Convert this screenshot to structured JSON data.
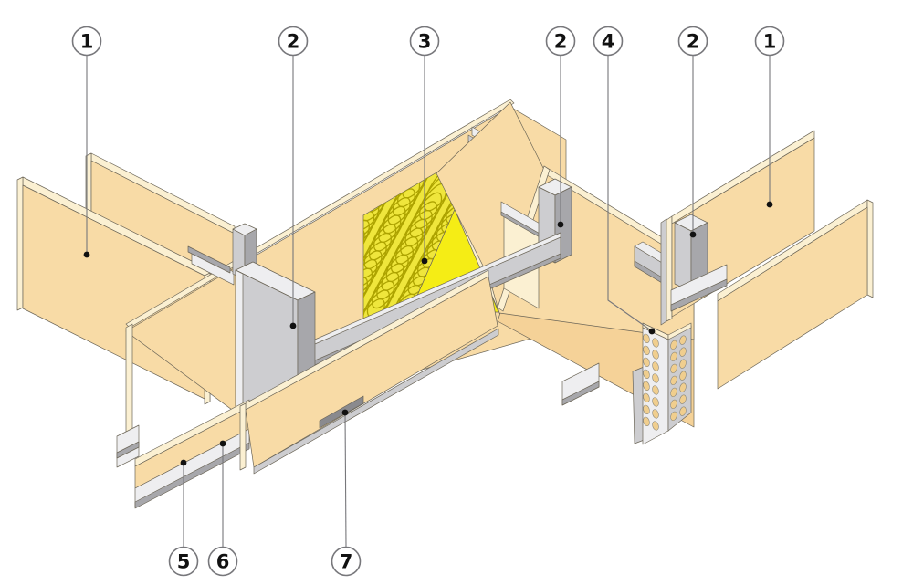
{
  "diagram": {
    "type": "isometric-construction-detail",
    "subject": "Drywall partition wall detail with T-junction and external corner",
    "callouts": [
      {
        "label": "1",
        "component": "gypsum-board-panel-left",
        "position": "top-left"
      },
      {
        "label": "2",
        "component": "metal-c-stud-center",
        "position": "top"
      },
      {
        "label": "3",
        "component": "mineral-wool-insulation",
        "position": "top"
      },
      {
        "label": "2",
        "component": "metal-c-stud-wall-end",
        "position": "top"
      },
      {
        "label": "4",
        "component": "perforated-corner-bead",
        "position": "top"
      },
      {
        "label": "2",
        "component": "metal-c-stud-corner",
        "position": "top"
      },
      {
        "label": "1",
        "component": "gypsum-board-panel-right",
        "position": "top-right"
      },
      {
        "label": "5",
        "component": "sealing-strip",
        "position": "bottom-left"
      },
      {
        "label": "6",
        "component": "floor-u-track",
        "position": "bottom-left"
      },
      {
        "label": "7",
        "component": "floor-track-edge",
        "position": "bottom-center"
      }
    ],
    "palette": {
      "panel": "#f8dba6",
      "panel_shade": "#f5d298",
      "panel_edge": "#fbf0d2",
      "metal_light": "#eeeef0",
      "metal": "#cdcdd0",
      "metal_dark": "#a7a7ab",
      "metal_deep": "#8a8a8e",
      "insulation": "#efe63c",
      "insulation_bright": "#f5ed15",
      "insulation_stroke": "#ada300",
      "seal": "#68686c",
      "outline": "#6b6557",
      "leader": "#77777b",
      "background": "#ffffff"
    }
  }
}
